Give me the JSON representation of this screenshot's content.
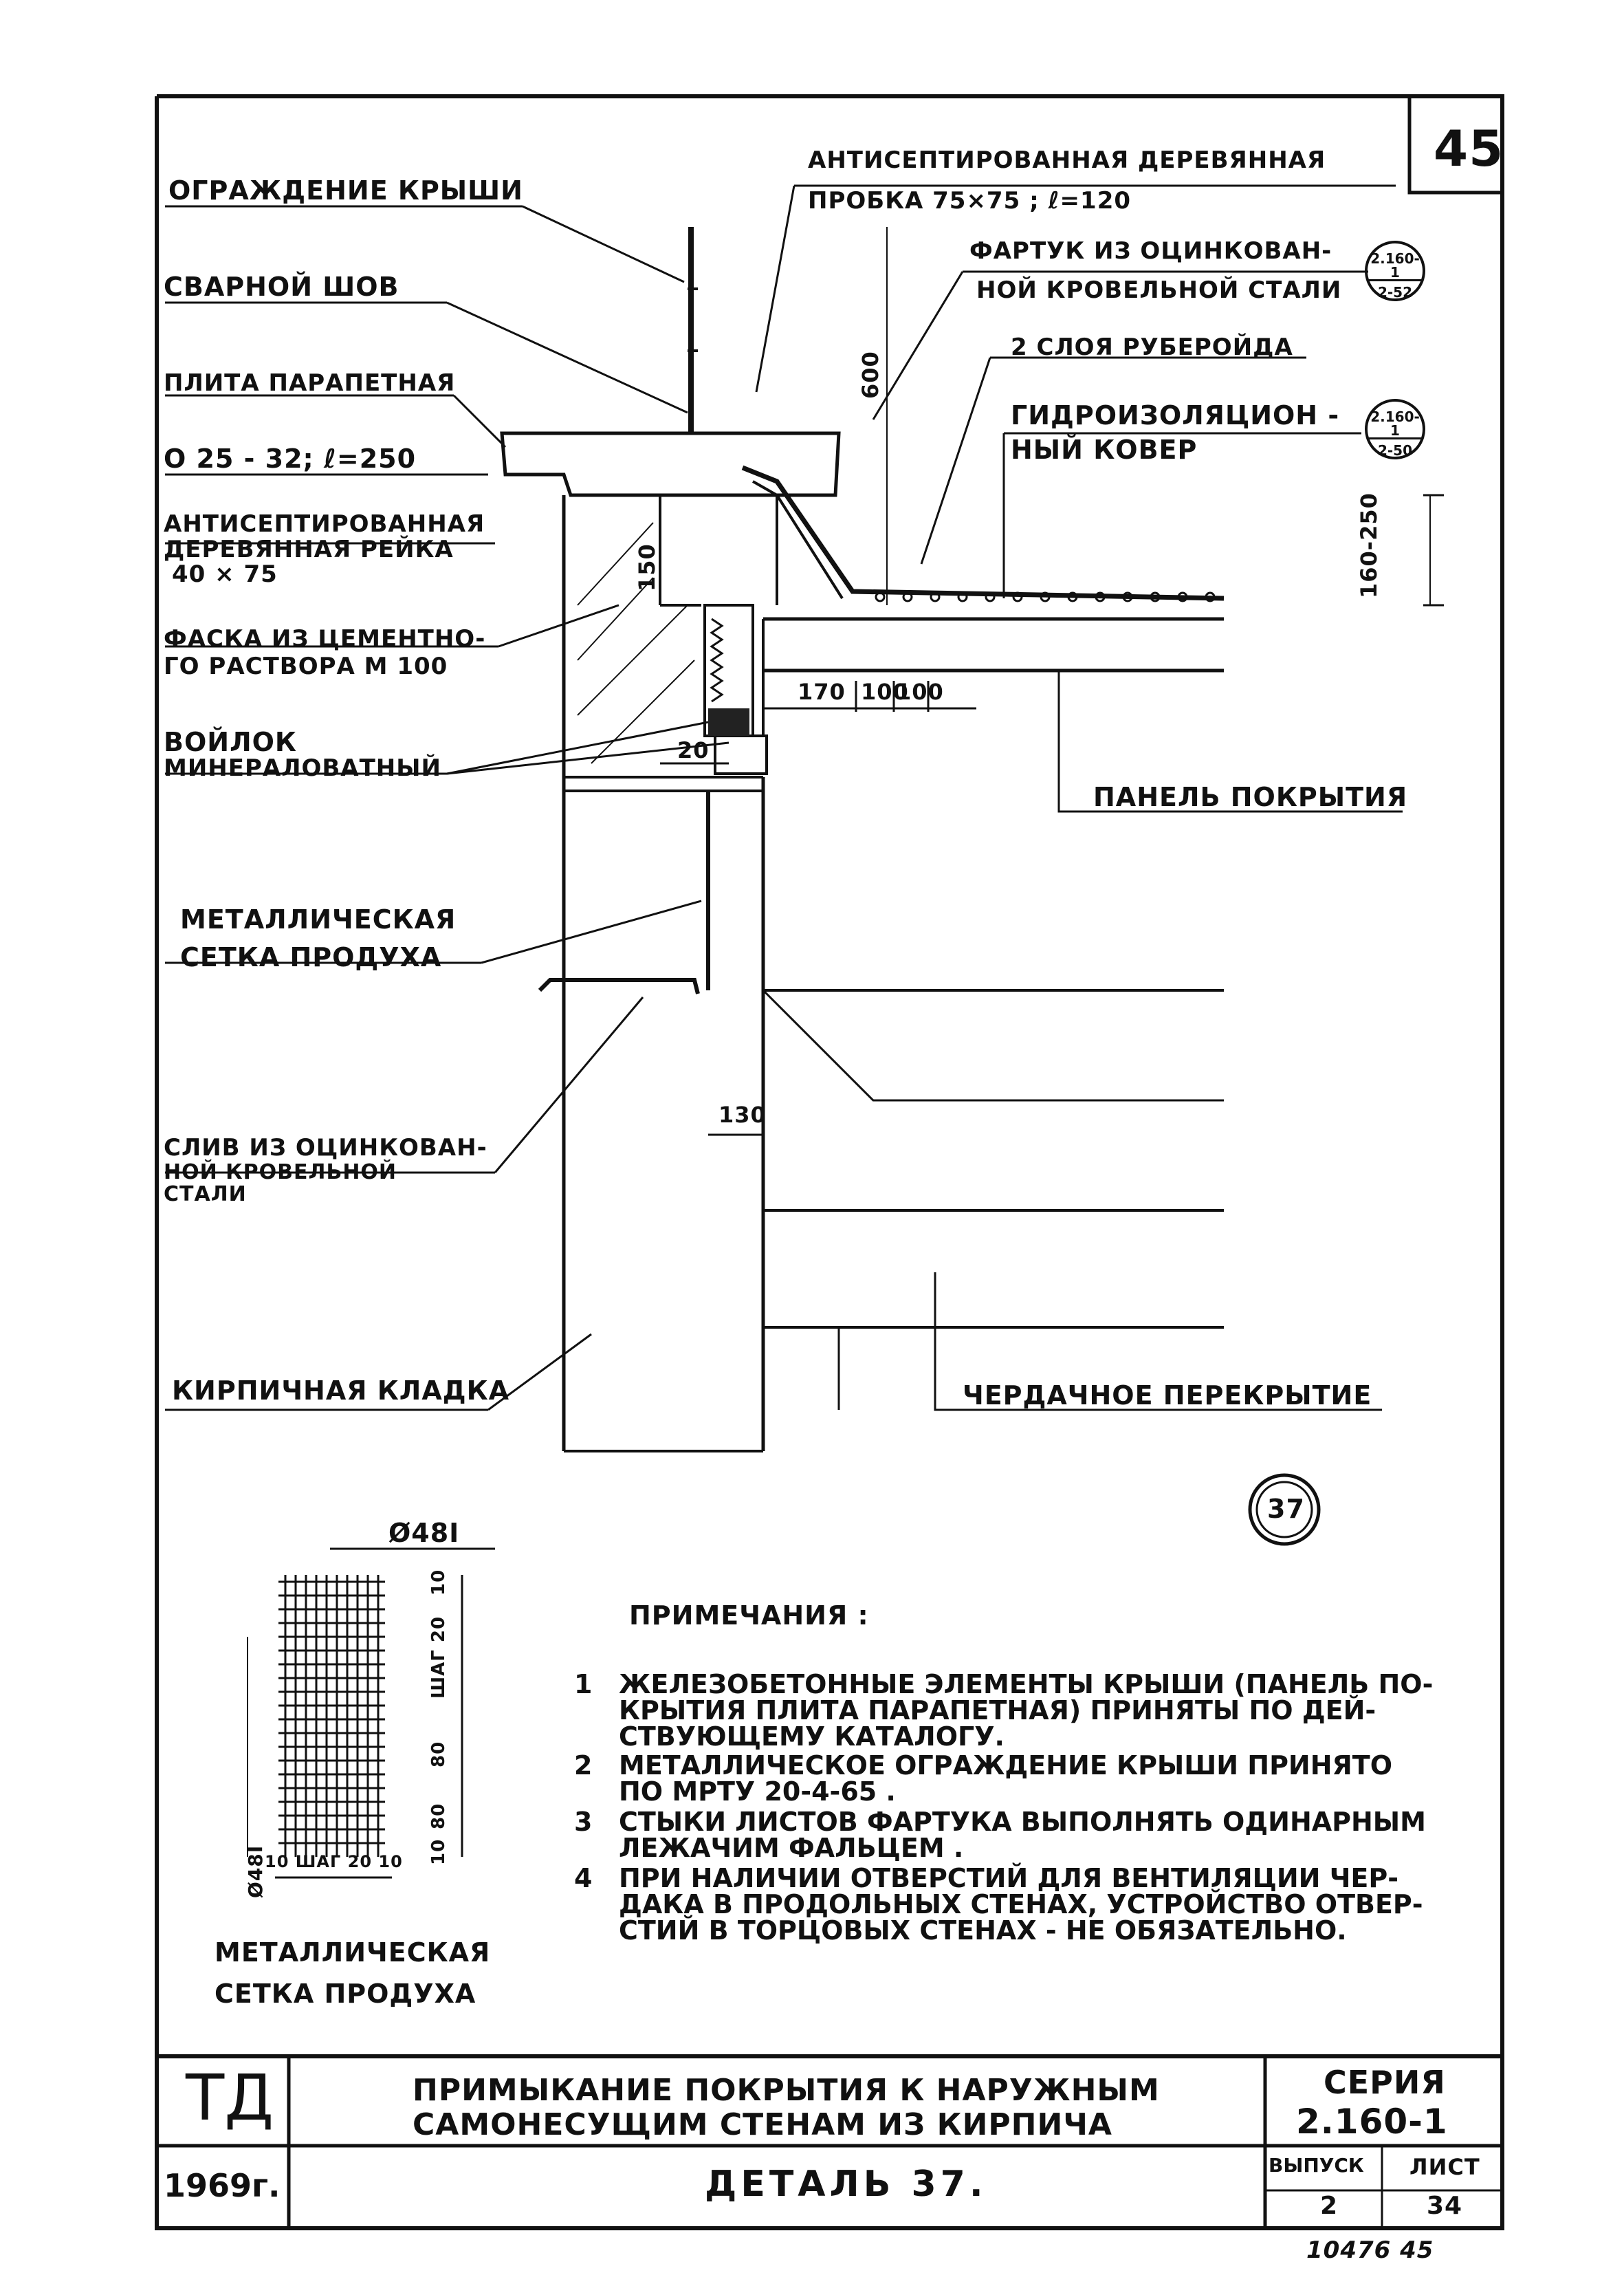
{
  "sheet_number": "45",
  "labels": {
    "roof_railing": "ОГРАЖДЕНИЕ КРЫШИ",
    "weld": "СВАРНОЙ ШОВ",
    "parapet_slab": "ПЛИТА ПАРАПЕТНАЯ",
    "parapet_slab_size": "О 25 - 32; ℓ=250",
    "treated_rail_l1": "АНТИСЕПТИРОВАННАЯ",
    "treated_rail_l2": "ДЕРЕВЯННАЯ РЕЙКА",
    "treated_rail_l3": "40 × 75",
    "chamfer_l1": "ФАСКА ИЗ ЦЕМЕНТНО-",
    "chamfer_l2": "ГО РАСТВОРА М 100",
    "felt_l1": "ВОЙЛОК",
    "felt_l2": "МИНЕРАЛОВАТНЫЙ",
    "mesh_l1": "МЕТАЛЛИЧЕСКАЯ",
    "mesh_l2": "СЕТКА ПРОДУХА",
    "drip_l1": "СЛИВ ИЗ ОЦИНКОВАН-",
    "drip_l2": "НОЙ КРОВЕЛЬНОЙ",
    "drip_l3": "СТАЛИ",
    "brickwork": "КИРПИЧНАЯ КЛАДКА",
    "wood_plug_l1": "АНТИСЕПТИРОВАННАЯ ДЕРЕВЯННАЯ",
    "wood_plug_l2": "ПРОБКА 75×75 ; ℓ=120",
    "apron_l1": "ФАРТУК ИЗ ОЦИНКОВАН-",
    "apron_l2": "НОЙ КРОВЕЛЬНОЙ СТАЛИ",
    "ruberoid": "2 СЛОЯ РУБЕРОЙДА",
    "waterproof_l1": "ГИДРОИЗОЛЯЦИОН -",
    "waterproof_l2": "НЫЙ КОВЕР",
    "roof_panel": "ПАНЕЛЬ ПОКРЫТИЯ",
    "attic_floor": "ЧЕРДАЧНОЕ ПЕРЕКРЫТИЕ",
    "ref1_top": "2.160-1",
    "ref1_bottom": "2-52",
    "ref2_top": "2.160-1",
    "ref2_bottom": "2-50"
  },
  "dimensions": {
    "d600": "600",
    "d150": "150",
    "d160_250": "160-250",
    "d170": "170",
    "d100a": "100",
    "d100b": "100",
    "d20": "20",
    "d130": "130"
  },
  "detail_marker": "37",
  "mesh_detail": {
    "diameter_top": "Ø48I",
    "diameter_side": "Ø48I",
    "dims_right": [
      "10",
      "ШАГ 20",
      "80",
      "80",
      "10"
    ],
    "dims_bottom": "10 ШАГ 20 10",
    "caption_l1": "МЕТАЛЛИЧЕСКАЯ",
    "caption_l2": "СЕТКА ПРОДУХА"
  },
  "notes": {
    "heading": "ПРИМЕЧАНИЯ :",
    "items": [
      {
        "num": "1",
        "lines": [
          "ЖЕЛЕЗОБЕТОННЫЕ ЭЛЕМЕНТЫ КРЫШИ (ПАНЕЛЬ ПО-",
          "КРЫТИЯ ПЛИТА ПАРАПЕТНАЯ) ПРИНЯТЫ ПО ДЕЙ-",
          "СТВУЮЩЕМУ КАТАЛОГУ."
        ]
      },
      {
        "num": "2",
        "lines": [
          "МЕТАЛЛИЧЕСКОЕ ОГРАЖДЕНИЕ КРЫШИ ПРИНЯТО",
          "ПО МРТУ 20-4-65 ."
        ]
      },
      {
        "num": "3",
        "lines": [
          "СТЫКИ ЛИСТОВ ФАРТУКА ВЫПОЛНЯТЬ ОДИНАРНЫМ",
          "ЛЕЖАЧИМ ФАЛЬЦЕМ ."
        ]
      },
      {
        "num": "4",
        "lines": [
          "ПРИ НАЛИЧИИ ОТВЕРСТИЙ ДЛЯ ВЕНТИЛЯЦИИ ЧЕР-",
          "ДАКА В ПРОДОЛЬНЫХ СТЕНАХ, УСТРОЙСТВО ОТВЕР-",
          "СТИЙ В ТОРЦОВЫХ СТЕНАХ - НЕ ОБЯЗАТЕЛЬНО."
        ]
      }
    ]
  },
  "title_block": {
    "org": "ТД",
    "title_l1": "ПРИМЫКАНИЕ ПОКРЫТИЯ К НАРУЖНЫМ",
    "title_l2": "САМОНЕСУЩИМ СТЕНАМ ИЗ КИРПИЧА",
    "series_label": "СЕРИЯ",
    "series_value": "2.160-1",
    "year": "1969г.",
    "detail": "ДЕТАЛЬ 37.",
    "issue_label": "ВЫПУСК",
    "issue_value": "2",
    "sheet_label": "ЛИСТ",
    "sheet_value": "34"
  },
  "inventory_number": "10476 45"
}
